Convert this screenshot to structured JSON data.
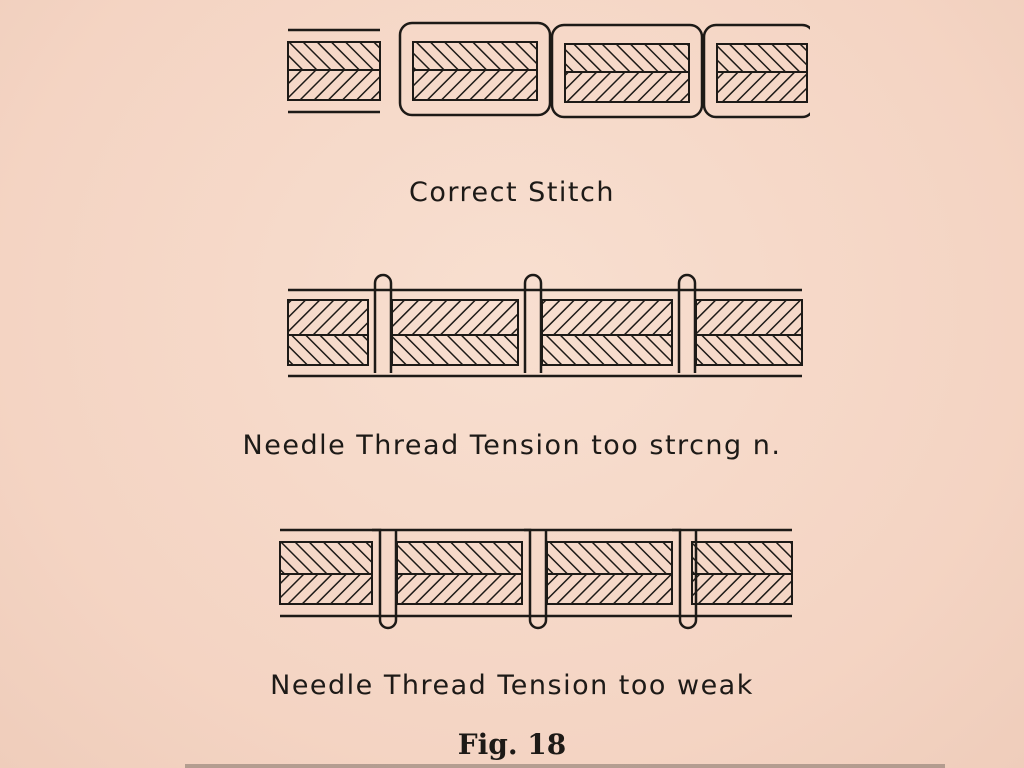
{
  "figure": {
    "label": "Fig. 18",
    "panels": [
      {
        "id": "correct",
        "caption": "Correct Stitch"
      },
      {
        "id": "too-strong",
        "caption": "Needle Thread Tension too strcng n."
      },
      {
        "id": "too-weak",
        "caption": "Needle Thread Tension too weak"
      }
    ]
  },
  "colors": {
    "paper": "#f6d9c9",
    "ink": "#1d1a17"
  }
}
